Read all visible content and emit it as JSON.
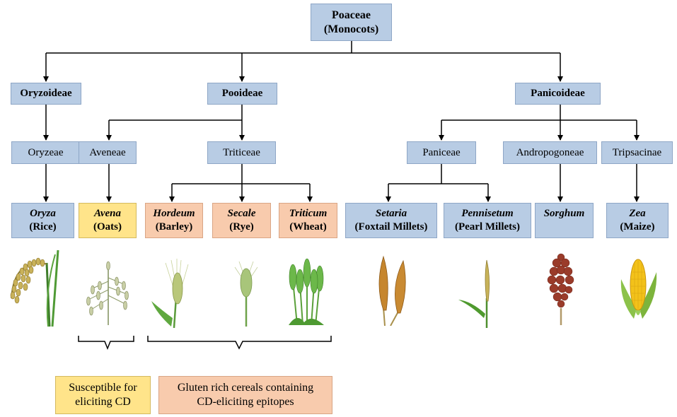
{
  "root": {
    "line1": "Poaceae",
    "line2": "(Monocots)"
  },
  "subfamilies": {
    "oryzoideae": "Oryzoideae",
    "pooideae": "Pooideae",
    "panicoideae": "Panicoideae"
  },
  "tribes": {
    "oryzeae": "Oryzeae",
    "aveneae": "Aveneae",
    "triticeae": "Triticeae",
    "paniceae": "Paniceae",
    "andropogoneae": "Andropogoneae",
    "tripsacinae": "Tripsacinae"
  },
  "genera": {
    "oryza": {
      "genus": "Oryza",
      "common": "(Rice)"
    },
    "avena": {
      "genus": "Avena",
      "common": "(Oats)"
    },
    "hordeum": {
      "genus": "Hordeum",
      "common": "(Barley)"
    },
    "secale": {
      "genus": "Secale",
      "common": "(Rye)"
    },
    "triticum": {
      "genus": "Triticum",
      "common": "(Wheat)"
    },
    "setaria": {
      "genus": "Setaria",
      "common": "(Foxtail Millets)"
    },
    "pennisetum": {
      "genus": "Pennisetum",
      "common": "(Pearl Millets)"
    },
    "sorghum": {
      "genus": "Sorghum"
    },
    "zea": {
      "genus": "Zea",
      "common": "(Maize)"
    }
  },
  "legend": {
    "oats_line1": "Susceptible for",
    "oats_line2": "eliciting CD",
    "gluten_line1": "Gluten rich cereals containing",
    "gluten_line2": "CD-eliciting epitopes"
  },
  "colors": {
    "taxon_box": "#b8cce4",
    "gluten_box": "#f8cbad",
    "oats_box": "#ffe48a"
  },
  "plant_icons": [
    "rice-panicle-icon",
    "oat-panicle-icon",
    "barley-spike-icon",
    "rye-spike-icon",
    "wheat-spikes-icon",
    "foxtail-millet-icon",
    "pearl-millet-icon",
    "sorghum-head-icon",
    "maize-cob-icon"
  ]
}
